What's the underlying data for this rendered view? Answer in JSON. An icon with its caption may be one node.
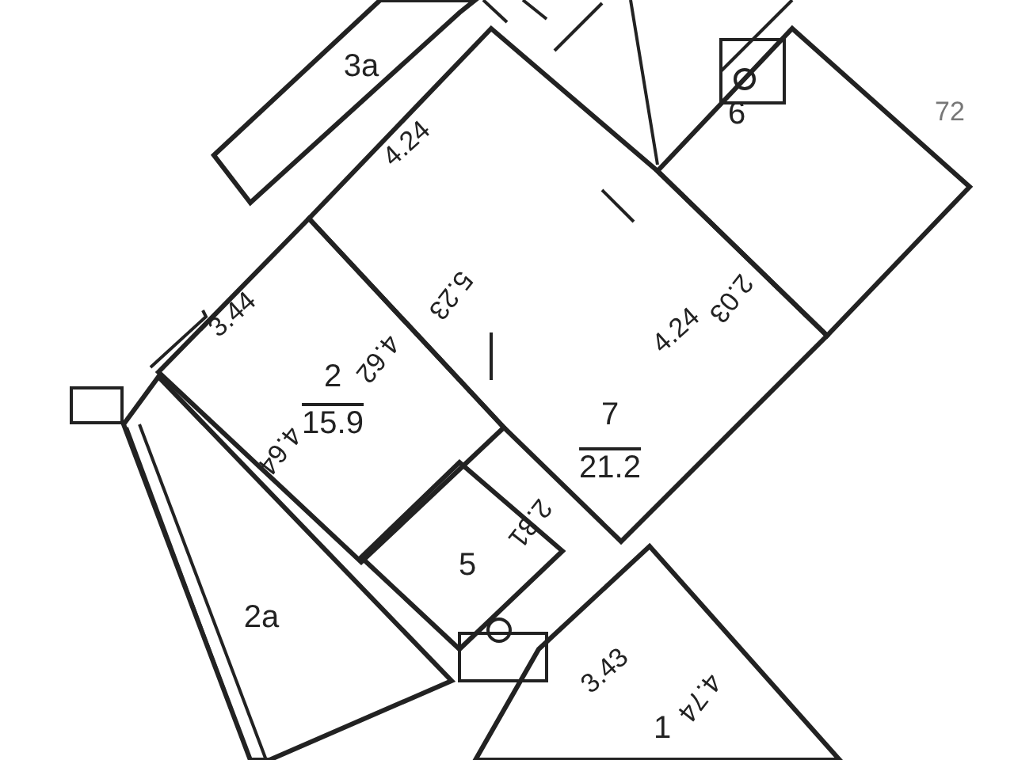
{
  "diagram": {
    "nodes": [
      {
        "text": [
          "3а"
        ]
      },
      {
        "text": [
          "6"
        ]
      },
      {
        "text": [
          "2",
          "15.9"
        ]
      },
      {
        "text": [
          "7",
          "21.2"
        ]
      },
      {
        "text": [
          "5"
        ]
      },
      {
        "text": [
          "2а"
        ]
      },
      {
        "text": [
          "1"
        ]
      }
    ],
    "labels": [
      "72",
      "4.24",
      "3.44",
      "4.62",
      "5.23",
      "4.24",
      "2.03",
      "4.64",
      "2.31",
      "3.43",
      "4.74"
    ]
  }
}
